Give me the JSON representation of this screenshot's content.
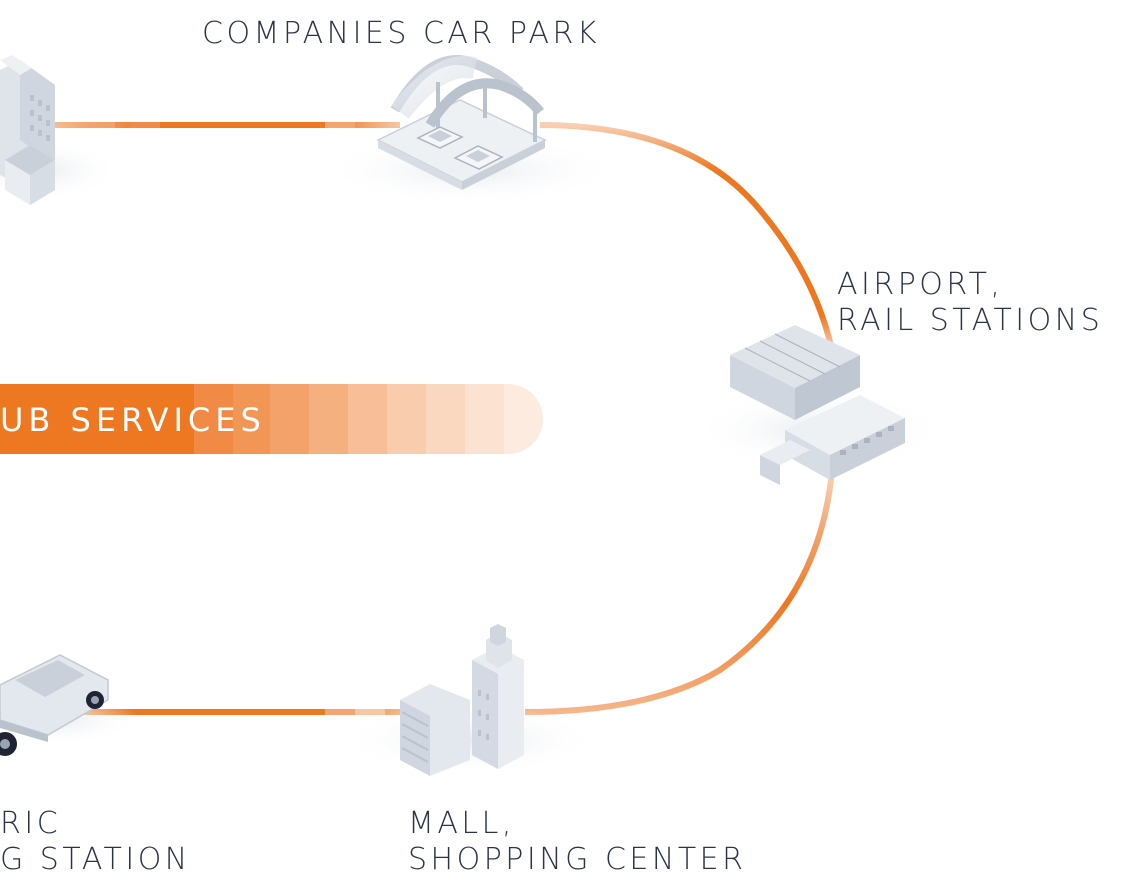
{
  "labels": {
    "car_park": "COMPANIES CAR PARK",
    "airport": [
      "AIRPORT,",
      "RAIL STATIONS"
    ],
    "mall": [
      "MALL,",
      "SHOPPING CENTER"
    ],
    "electric": [
      "RIC",
      "G STATION"
    ]
  },
  "hub": {
    "text": "UB SERVICES"
  },
  "colors": {
    "accent": "#ee7722",
    "accent_light": "#f6b58a",
    "text": "#2b3447",
    "building": "#dfe4ea",
    "building_shadow": "#eef1f4"
  },
  "icons": [
    "office-building-icon",
    "car-park-canopy-icon",
    "airport-terminal-icon",
    "mall-tower-icon",
    "electric-car-icon"
  ]
}
